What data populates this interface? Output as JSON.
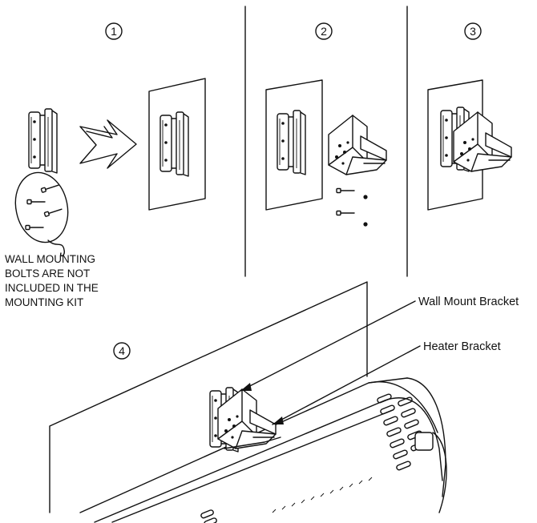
{
  "steps": [
    {
      "id": "step-1",
      "number": "1"
    },
    {
      "id": "step-2",
      "number": "2"
    },
    {
      "id": "step-3",
      "number": "3"
    },
    {
      "id": "step-4",
      "number": "4"
    }
  ],
  "note": {
    "lines": [
      "WALL MOUNTING",
      "BOLTS ARE NOT",
      "INCLUDED IN THE",
      "MOUNTING KIT"
    ]
  },
  "callouts": {
    "wall_mount_bracket": "Wall Mount Bracket",
    "heater_bracket": "Heater Bracket"
  }
}
